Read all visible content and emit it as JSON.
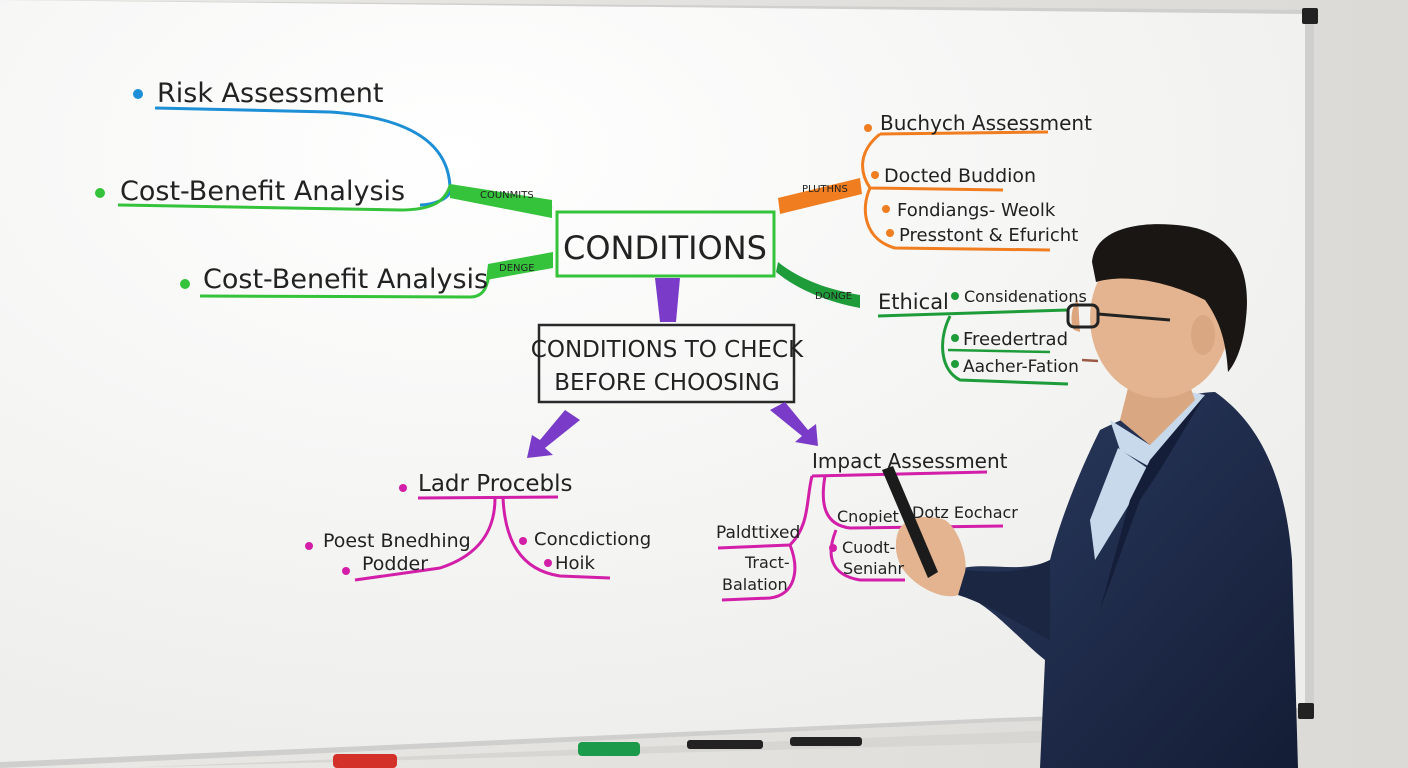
{
  "center": {
    "title": "CONDITIONS",
    "subtitle_line1": "CONDITIONS TO CHECK",
    "subtitle_line2": "BEFORE CHOOSING"
  },
  "left_branches": {
    "item1": "Risk Assessment",
    "item2": "Cost-Benefit Analysis",
    "item3": "Cost-Benefit Analysis",
    "connector_label_1": "COUNMITS",
    "connector_label_2": "DENGE"
  },
  "right_top_branch": {
    "connector_label": "PLUTHNS",
    "title": "Buchych Assessment",
    "items": [
      "Docted Buddion",
      "Fondiangs- Weolk",
      "Presstont & Efuricht"
    ]
  },
  "right_mid_branch": {
    "connector_label": "DONGE",
    "title": "Ethical",
    "items": [
      "Considenations",
      "Freedertrad",
      "Aacher-Fation"
    ]
  },
  "bottom_left_branch": {
    "title": "Ladr Procebls",
    "items": [
      "Poest Bnedhing",
      "Podder",
      "Concdictiong",
      "Hoik"
    ]
  },
  "bottom_right_branch": {
    "title": "Impact Assessment",
    "items": [
      "Paldttixed",
      "Cnopiet",
      "Dotz Eochacr",
      "Cuodt-",
      "Seniahr",
      "Tract-",
      "Balation"
    ]
  },
  "colors": {
    "blue": "#1d8fd6",
    "green": "#34c33a",
    "orange": "#f07d1f",
    "magenta": "#d21ea8",
    "purple": "#7a3cc8",
    "dark_green": "#1e9c3a",
    "jacket": "#1f2b4a",
    "shirt": "#c9d9ec",
    "skin": "#e3b48f",
    "hair": "#1a1614"
  },
  "icons": {
    "person": "presenter-figure",
    "marker": "marker-pen-icon"
  }
}
